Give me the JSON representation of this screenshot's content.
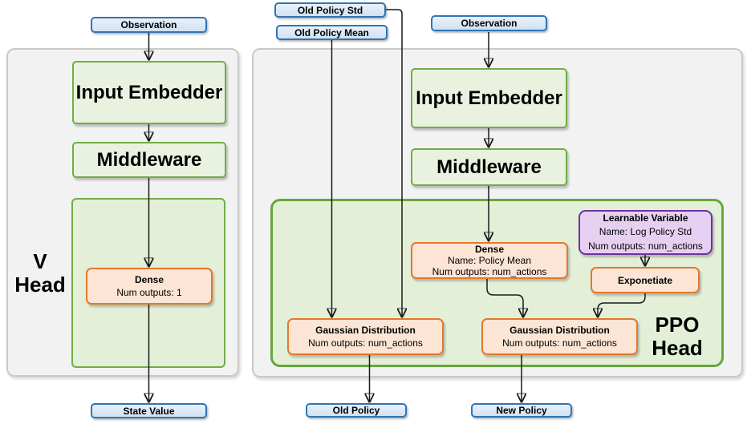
{
  "v_head": {
    "panel_label": {
      "line1": "V",
      "line2": "Head"
    },
    "observation": "Observation",
    "input_embedder": "Input Embedder",
    "middleware": "Middleware",
    "dense": {
      "title": "Dense",
      "outputs": "Num outputs: 1"
    },
    "state_value": "State Value"
  },
  "ppo_head": {
    "panel_label": {
      "line1": "PPO",
      "line2": "Head"
    },
    "old_policy_std": "Old Policy Std",
    "old_policy_mean": "Old Policy Mean",
    "observation": "Observation",
    "input_embedder": "Input Embedder",
    "middleware": "Middleware",
    "dense": {
      "title": "Dense",
      "name": "Name: Policy Mean",
      "outputs": "Num outputs: num_actions"
    },
    "learnable_variable": {
      "title": "Learnable Variable",
      "name": "Name: Log Policy Std",
      "outputs": "Num outputs: num_actions"
    },
    "exponetiate": "Exponetiate",
    "gaussian_old": {
      "title": "Gaussian Distribution",
      "outputs": "Num outputs: num_actions"
    },
    "gaussian_new": {
      "title": "Gaussian Distribution",
      "outputs": "Num outputs: num_actions"
    },
    "old_policy": "Old Policy",
    "new_policy": "New Policy"
  },
  "colors": {
    "io_border": "#2e75b6",
    "io_fill": "#d9e7f5",
    "layer_border": "#70ad47",
    "layer_fill": "#e9f2df",
    "head_fill": "#e3efd7",
    "op_border": "#ed7d31",
    "op_fill": "#fce5d5",
    "variable_border": "#7030a0",
    "variable_fill": "#e6d0f2",
    "panel_fill": "#f2f2f2",
    "panel_border": "#c9c9c9",
    "arrow": "#1a1a1a"
  }
}
